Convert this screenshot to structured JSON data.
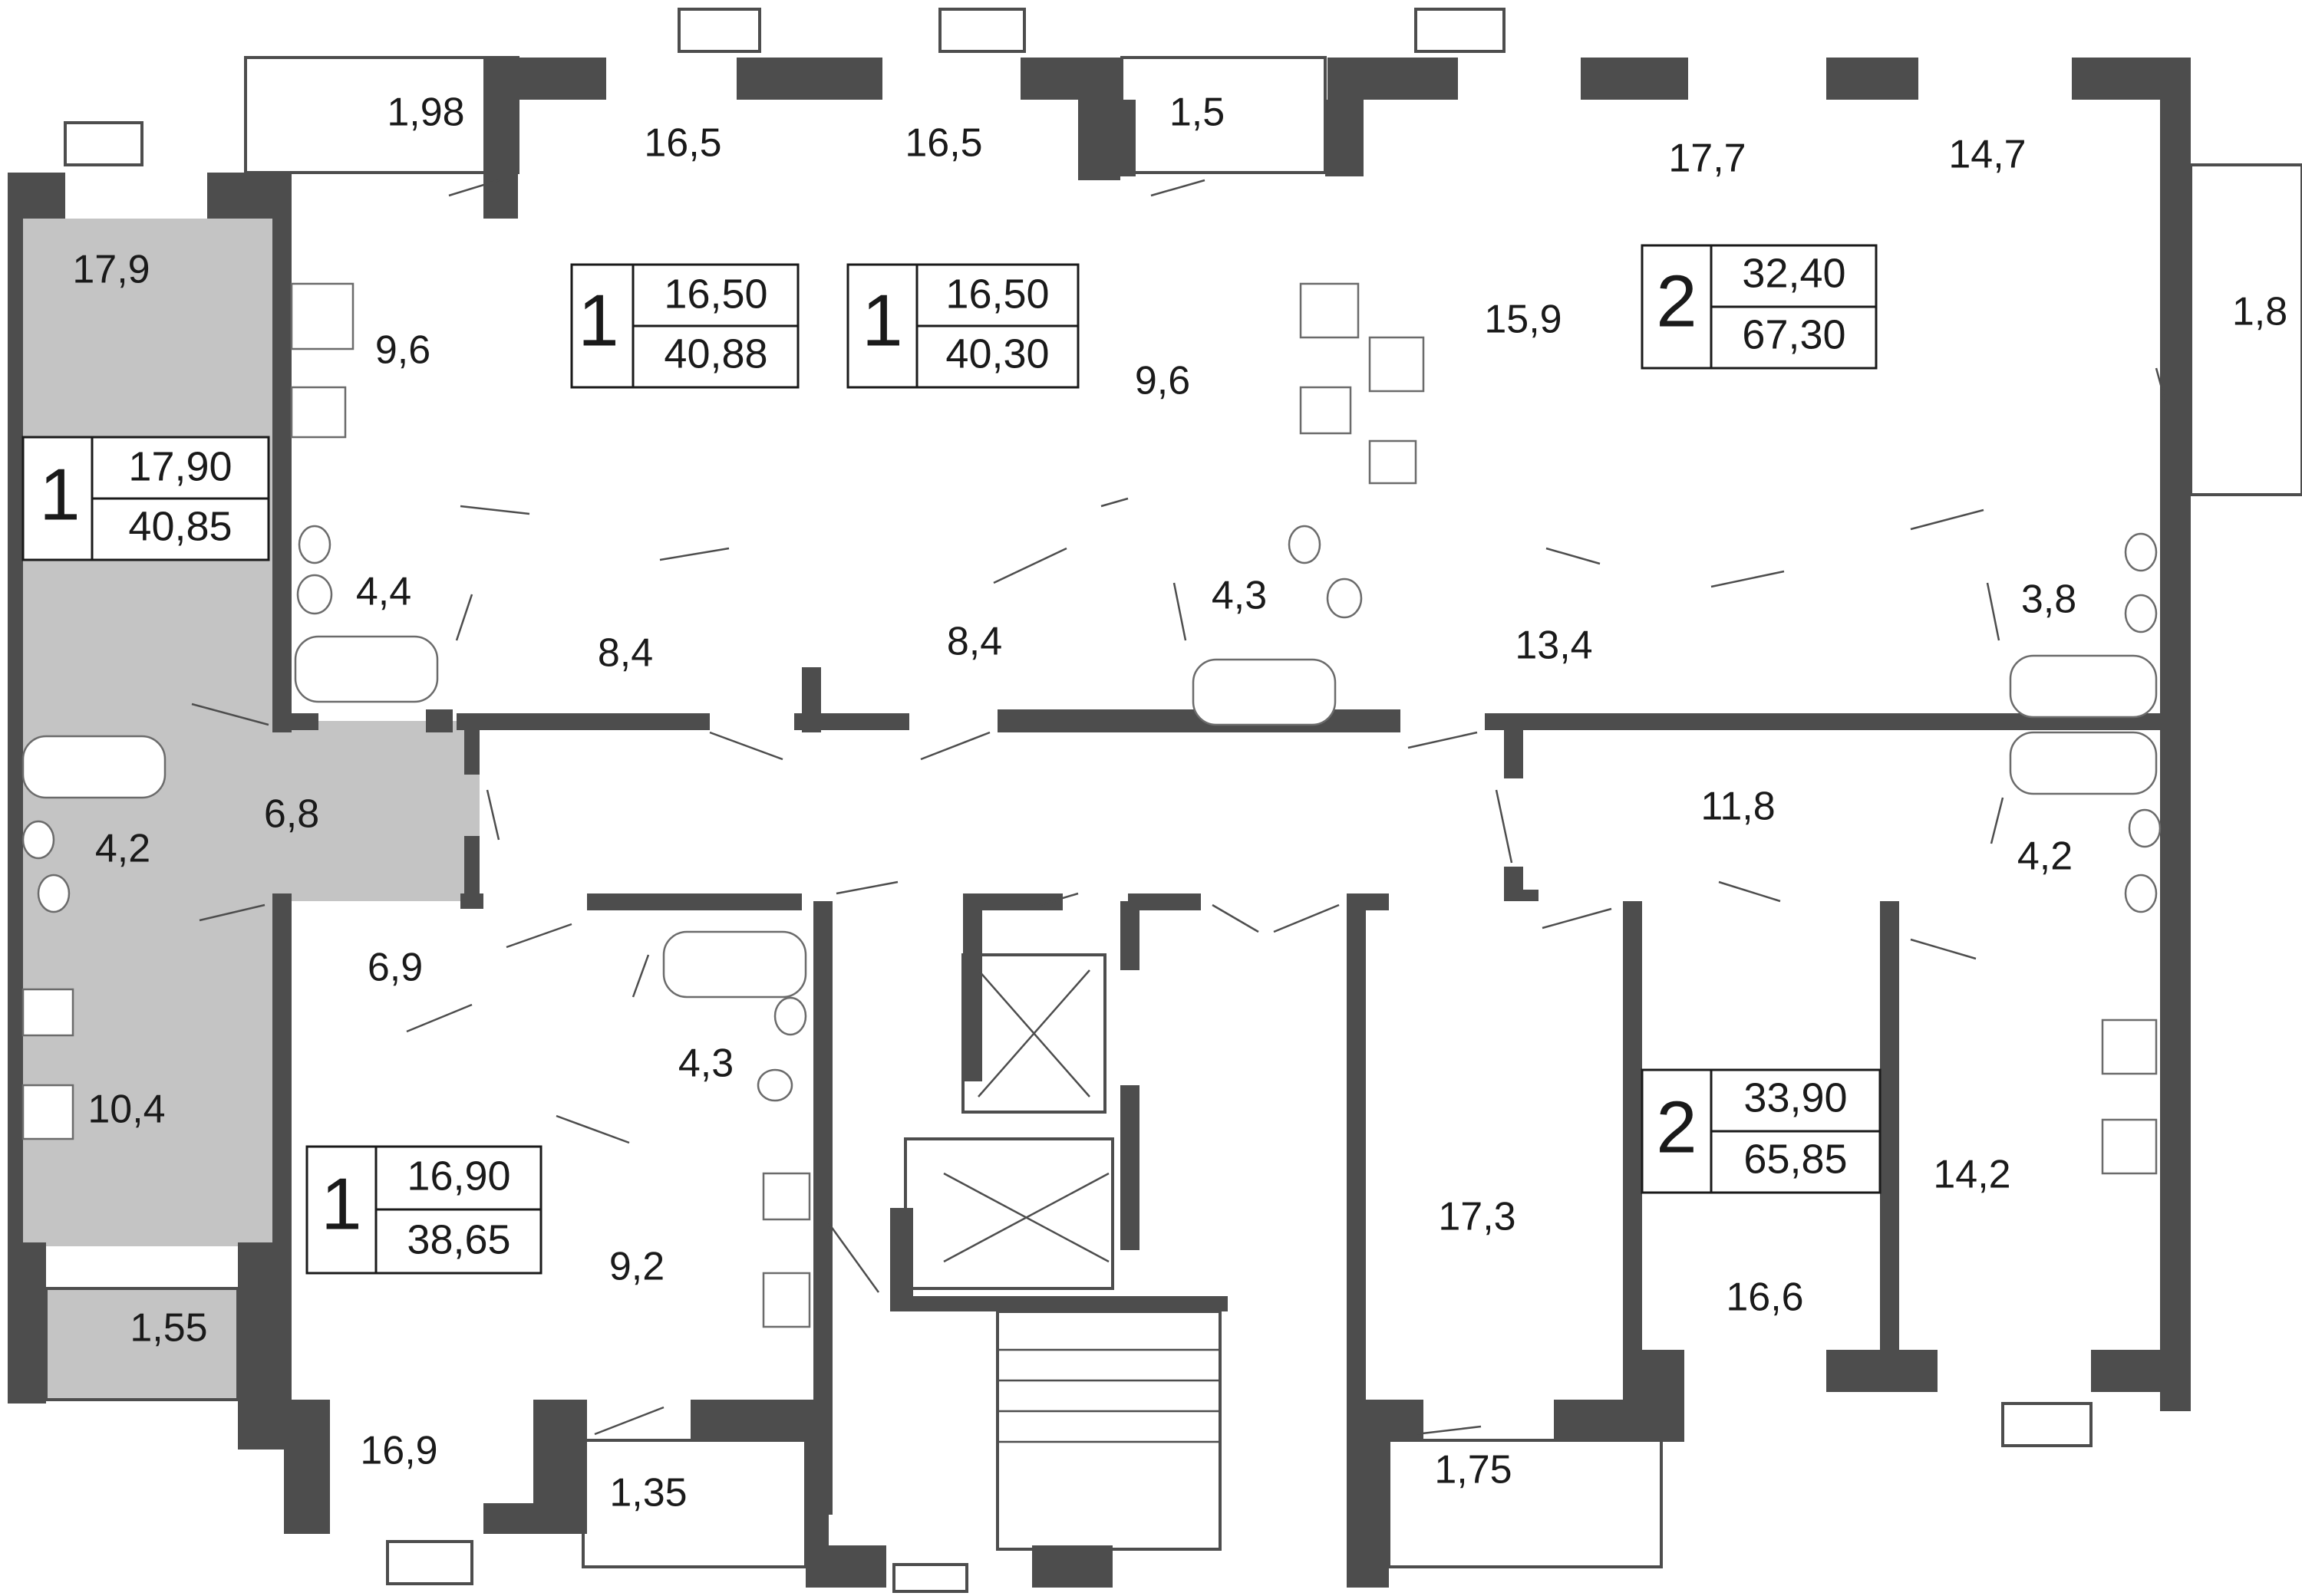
{
  "colors": {
    "wall": "#4d4d4d",
    "highlight": "#c4c4c4",
    "background": "#ffffff"
  },
  "rooms": {
    "r1": "1,98",
    "r2": "16,5",
    "r3": "16,5",
    "r4": "1,5",
    "r5": "17,7",
    "r6": "14,7",
    "r7": "17,9",
    "r8": "9,6",
    "r9": "9,6",
    "r10": "15,9",
    "r11": "1,8",
    "r12": "4,4",
    "r13": "4,3",
    "r14": "3,8",
    "r15": "8,4",
    "r16": "8,4",
    "r17": "13,4",
    "r18": "4,2",
    "r19": "6,8",
    "r20": "11,8",
    "r21": "4,2",
    "r22": "6,9",
    "r23": "4,3",
    "r24": "10,4",
    "r25": "9,2",
    "r26": "17,3",
    "r27": "14,2",
    "r28": "16,6",
    "r29": "1,55",
    "r30": "16,9",
    "r31": "1,35",
    "r32": "1,75"
  },
  "apartments": [
    {
      "rooms": "1",
      "living": "17,90",
      "total": "40,85",
      "highlighted": true
    },
    {
      "rooms": "1",
      "living": "16,50",
      "total": "40,88",
      "highlighted": false
    },
    {
      "rooms": "1",
      "living": "16,50",
      "total": "40,30",
      "highlighted": false
    },
    {
      "rooms": "2",
      "living": "32,40",
      "total": "67,30",
      "highlighted": false
    },
    {
      "rooms": "1",
      "living": "16,90",
      "total": "38,65",
      "highlighted": false
    },
    {
      "rooms": "2",
      "living": "33,90",
      "total": "65,85",
      "highlighted": false
    }
  ]
}
